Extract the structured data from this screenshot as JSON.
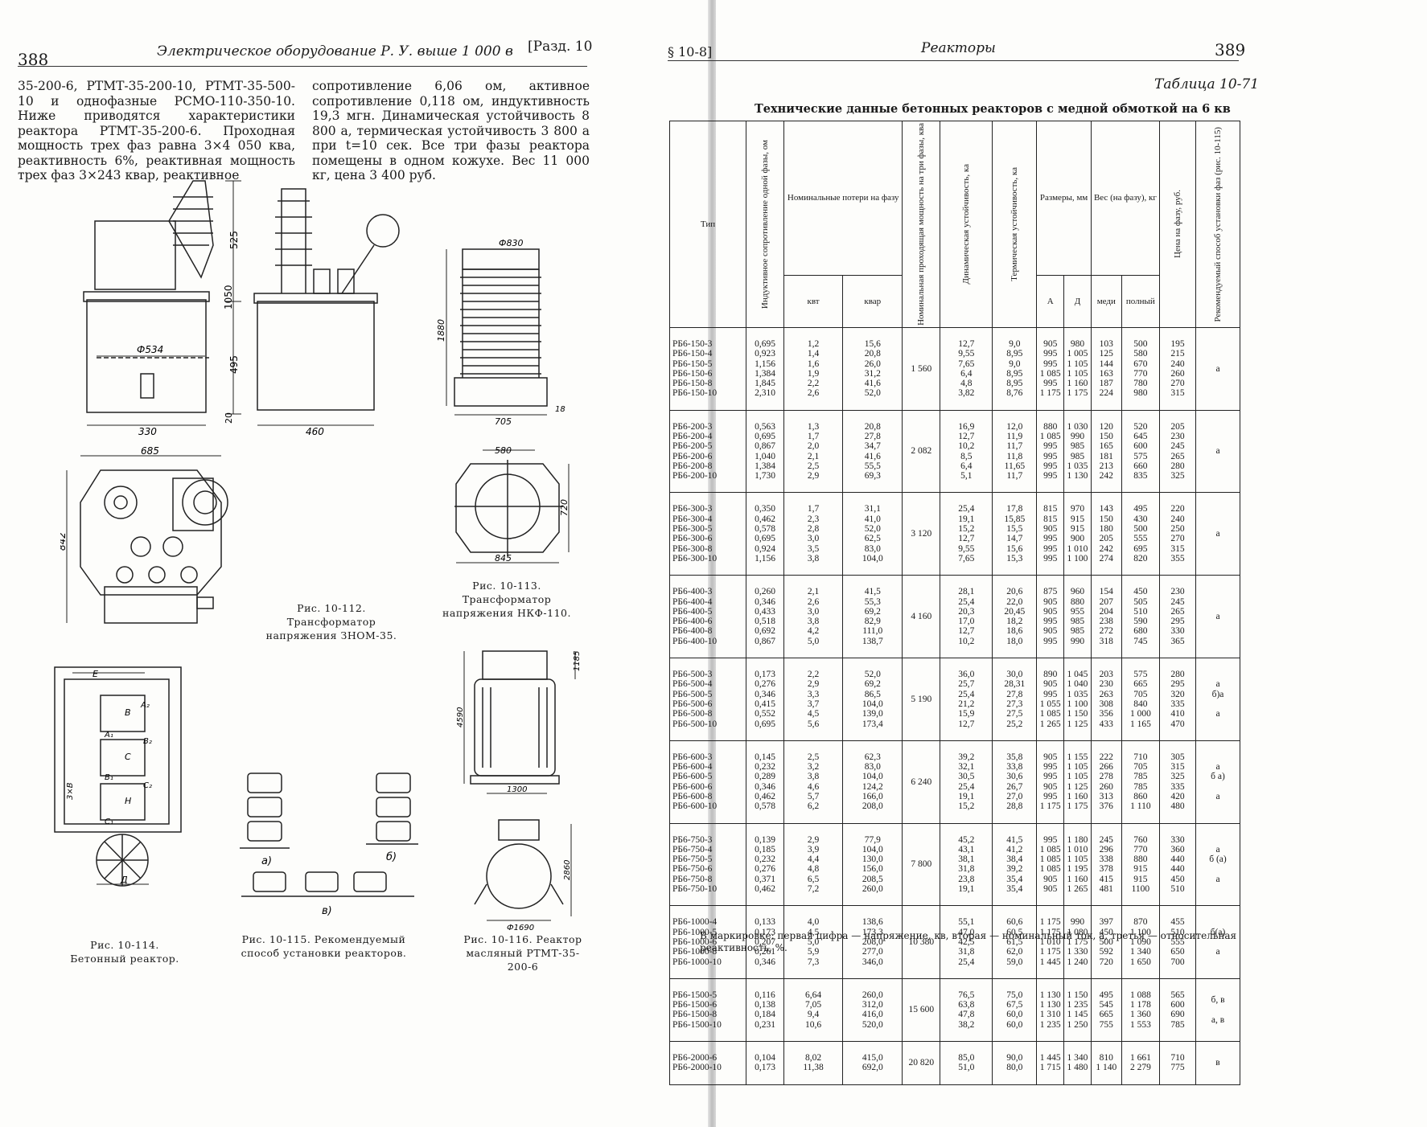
{
  "left_page": {
    "page_number": "388",
    "running_title": "Электрическое оборудование Р. У. выше 1 000 в",
    "section_ref": "[Разд. 10",
    "col1_text": "35-200-6, РТМТ-35-200-10, РТМТ-35-500-10 и однофазные РСМО-110-350-10. Ниже приводятся характеристики реактора РТМТ-35-200-6. Проходная мощность трех фаз равна 3×4 050 ква, реактивность 6%, реактивная мощность трех фаз 3×243 квар, реактивное",
    "col2_text": "сопротивление 6,06 ом, активное сопротивление 0,118 ом, индуктивность 19,3 мгн. Динамическая устойчивость 8 800 а, термическая устойчивость 3 800 а при t=10 сек. Все три фазы реактора помещены в одном кожухе. Вес 11 000 кг, цена 3 400 руб.",
    "dims_112": [
      "525",
      "1050",
      "495",
      "20",
      "Ф534",
      "330",
      "460",
      "685",
      "842"
    ],
    "dims_113": [
      "Ф830",
      "1880",
      "705",
      "18",
      "580",
      "720",
      "845"
    ],
    "dims_114": [
      "E",
      "B",
      "A₁",
      "A₂",
      "C",
      "B₂",
      "B₁",
      "H",
      "C₂",
      "C₁",
      "3×B",
      "Д"
    ],
    "labels_115": [
      "а)",
      "б)",
      "в)"
    ],
    "dims_116": [
      "1185",
      "4590",
      "1300",
      "2860",
      "Ф1690"
    ],
    "captions": {
      "fig112": "Рис. 10-112. Трансформатор напряжения ЗНОМ-35.",
      "fig113": "Рис. 10-113. Трансформатор напряжения НКФ-110.",
      "fig114": "Рис. 10-114. Бетонный реактор.",
      "fig115": "Рис. 10-115. Рекомендуемый способ установки реакторов.",
      "fig116": "Рис. 10-116. Реактор масляный РТМТ-35-200-6"
    }
  },
  "right_page": {
    "page_number": "389",
    "section_ref": "§ 10-8]",
    "running_title": "Реакторы",
    "table_label": "Таблица 10-71",
    "table_title": "Технические данные бетонных реакторов с медной обмоткой на 6 кв",
    "headers": {
      "type": "Тип",
      "inductive": "Индуктивное сопротивление одной фазы, ом",
      "losses": "Номинальные потери на фазу",
      "kvt": "квт",
      "kvar": "квар",
      "power": "Номинальная проходящая мощность на три фазы, ква",
      "dynamic": "Динамическая устойчивость, ка",
      "thermal": "Термическая устойчивость, ка",
      "sizes": "Размеры, мм",
      "size_a": "А",
      "size_d": "Д",
      "weight": "Вес (на фазу), кг",
      "copper": "меди",
      "full": "полный",
      "price": "Цена на фазу, руб.",
      "install": "Рекомендуемый способ установки фаз (рис. 10-115)"
    },
    "groups": [
      {
        "types": "РБ6-150-3\nРБ6-150-4\nРБ6-150-5\nРБ6-150-6\nРБ6-150-8\nРБ6-150-10",
        "ind": "0,695\n0,923\n1,156\n1,384\n1,845\n2,310",
        "kvt": "1,2\n1,4\n1,6\n1,9\n2,2\n2,6",
        "kvar": "15,6\n20,8\n26,0\n31,2\n41,6\n52,0",
        "power": "1 560",
        "dyn": "12,7\n9,55\n7,65\n6,4\n4,8\n3,82",
        "therm": "9,0\n8,95\n9,0\n8,95\n8,95\n8,76",
        "a": "905\n995\n995\n1 085\n995\n1 175",
        "d": "980\n1 005\n1 105\n1 105\n1 160\n1 175",
        "cu": "103\n125\n144\n163\n187\n224",
        "full": "500\n580\n670\n770\n780\n980",
        "price": "195\n215\n240\n260\n270\n315",
        "inst": "а"
      },
      {
        "types": "РБ6-200-3\nРБ6-200-4\nРБ6-200-5\nРБ6-200-6\nРБ6-200-8\nРБ6-200-10",
        "ind": "0,563\n0,695\n0,867\n1,040\n1,384\n1,730",
        "kvt": "1,3\n1,7\n2,0\n2,1\n2,5\n2,9",
        "kvar": "20,8\n27,8\n34,7\n41,6\n55,5\n69,3",
        "power": "2 082",
        "dyn": "16,9\n12,7\n10,2\n8,5\n6,4\n5,1",
        "therm": "12,0\n11,9\n11,7\n11,8\n11,65\n11,7",
        "a": "880\n1 085\n995\n995\n995\n995",
        "d": "1 030\n990\n985\n985\n1 035\n1 130",
        "cu": "120\n150\n165\n181\n213\n242",
        "full": "520\n645\n600\n575\n660\n835",
        "price": "205\n230\n245\n265\n280\n325",
        "inst": "а"
      },
      {
        "types": "РБ6-300-3\nРБ6-300-4\nРБ6-300-5\nРБ6-300-6\nРБ6-300-8\nРБ6-300-10",
        "ind": "0,350\n0,462\n0,578\n0,695\n0,924\n1,156",
        "kvt": "1,7\n2,3\n2,8\n3,0\n3,5\n3,8",
        "kvar": "31,1\n41,0\n52,0\n62,5\n83,0\n104,0",
        "power": "3 120",
        "dyn": "25,4\n19,1\n15,2\n12,7\n9,55\n7,65",
        "therm": "17,8\n15,85\n15,5\n14,7\n15,6\n15,3",
        "a": "815\n815\n905\n995\n995\n995",
        "d": "970\n915\n915\n900\n1 010\n1 100",
        "cu": "143\n150\n180\n205\n242\n274",
        "full": "495\n430\n500\n555\n695\n820",
        "price": "220\n240\n250\n270\n315\n355",
        "inst": "а"
      },
      {
        "types": "РБ6-400-3\nРБ6-400-4\nРБ6-400-5\nРБ6-400-6\nРБ6-400-8\nРБ6-400-10",
        "ind": "0,260\n0,346\n0,433\n0,518\n0,692\n0,867",
        "kvt": "2,1\n2,6\n3,0\n3,8\n4,2\n5,0",
        "kvar": "41,5\n55,3\n69,2\n82,9\n111,0\n138,7",
        "power": "4 160",
        "dyn": "28,1\n25,4\n20,3\n17,0\n12,7\n10,2",
        "therm": "20,6\n22,0\n20,45\n18,2\n18,6\n18,0",
        "a": "875\n905\n905\n995\n905\n995",
        "d": "960\n880\n955\n985\n985\n990",
        "cu": "154\n207\n204\n238\n272\n318",
        "full": "450\n505\n510\n590\n680\n745",
        "price": "230\n245\n265\n295\n330\n365",
        "inst": "а"
      },
      {
        "types": "РБ6-500-3\nРБ6-500-4\nРБ6-500-5\nРБ6-500-6\nРБ6-500-8\nРБ6-500-10",
        "ind": "0,173\n0,276\n0,346\n0,415\n0,552\n0,695",
        "kvt": "2,2\n2,9\n3,3\n3,7\n4,5\n5,6",
        "kvar": "52,0\n69,2\n86,5\n104,0\n139,0\n173,4",
        "power": "5 190",
        "dyn": "36,0\n25,7\n25,4\n21,2\n15,9\n12,7",
        "therm": "30,0\n28,31\n27,8\n27,3\n27,5\n25,2",
        "a": "890\n905\n995\n1 055\n1 085\n1 265",
        "d": "1 045\n1 040\n1 035\n1 100\n1 150\n1 125",
        "cu": "203\n230\n263\n308\n356\n433",
        "full": "575\n665\n705\n840\n1 000\n1 165",
        "price": "280\n295\n320\n335\n410\n470",
        "inst": "а\nб)а\n\nа"
      },
      {
        "types": "РБ6-600-3\nРБ6-600-4\nРБ6-600-5\nРБ6-600-6\nРБ6-600-8\nРБ6-600-10",
        "ind": "0,145\n0,232\n0,289\n0,346\n0,462\n0,578",
        "kvt": "2,5\n3,2\n3,8\n4,6\n5,7\n6,2",
        "kvar": "62,3\n83,0\n104,0\n124,2\n166,0\n208,0",
        "power": "6 240",
        "dyn": "39,2\n32,1\n30,5\n25,4\n19,1\n15,2",
        "therm": "35,8\n33,8\n30,6\n26,7\n27,0\n28,8",
        "a": "905\n995\n995\n905\n995\n1 175",
        "d": "1 155\n1 105\n1 105\n1 125\n1 160\n1 175",
        "cu": "222\n266\n278\n260\n313\n376",
        "full": "710\n705\n785\n785\n860\n1 110",
        "price": "305\n315\n325\n335\n420\n480",
        "inst": "а\nб а)\n\nа"
      },
      {
        "types": "РБ6-750-3\nРБ6-750-4\nРБ6-750-5\nРБ6-750-6\nРБ6-750-8\nРБ6-750-10",
        "ind": "0,139\n0,185\n0,232\n0,276\n0,371\n0,462",
        "kvt": "2,9\n3,9\n4,4\n4,8\n6,5\n7,2",
        "kvar": "77,9\n104,0\n130,0\n156,0\n208,5\n260,0",
        "power": "7 800",
        "dyn": "45,2\n43,1\n38,1\n31,8\n23,8\n19,1",
        "therm": "41,5\n41,2\n38,4\n39,2\n35,4\n35,4",
        "a": "995\n1 085\n1 085\n1 085\n905\n905",
        "d": "1 180\n1 010\n1 105\n1 195\n1 160\n1 265",
        "cu": "245\n296\n338\n378\n415\n481",
        "full": "760\n770\n880\n915\n915\n1100",
        "price": "330\n360\n440\n440\n450\n510",
        "inst": "а\nб (а)\n\nа"
      },
      {
        "types": "РБ6-1000-4\nРБ6-1000-5\nРБ6-1000-6\nРБ6-1000-8\nРБ6-1000-10",
        "ind": "0,133\n0,173\n0,207\n0,261\n0,346",
        "kvt": "4,0\n4,5\n5,0\n5,9\n7,3",
        "kvar": "138,6\n173,3\n208,0\n277,0\n346,0",
        "power": "10 380",
        "dyn": "55,1\n47,0\n42,5\n31,8\n25,4",
        "therm": "60,6\n60,5\n61,5\n62,0\n59,0",
        "a": "1 175\n1 175\n1 010\n1 175\n1 445",
        "d": "990\n1 080\n1 175\n1 330\n1 240",
        "cu": "397\n450\n500\n592\n720",
        "full": "870\n1 100\n1 090\n1 340\n1 650",
        "price": "455\n510\n555\n650\n700",
        "inst": "б(а)\n\nа"
      },
      {
        "types": "РБ6-1500-5\nРБ6-1500-6\nРБ6-1500-8\nРБ6-1500-10",
        "ind": "0,116\n0,138\n0,184\n0,231",
        "kvt": "6,64\n7,05\n9,4\n10,6",
        "kvar": "260,0\n312,0\n416,0\n520,0",
        "power": "15 600",
        "dyn": "76,5\n63,8\n47,8\n38,2",
        "therm": "75,0\n67,5\n60,0\n60,0",
        "a": "1 130\n1 130\n1 310\n1 235",
        "d": "1 150\n1 235\n1 145\n1 250",
        "cu": "495\n545\n665\n755",
        "full": "1 088\n1 178\n1 360\n1 553",
        "price": "565\n600\n690\n785",
        "inst": "б, в\n\nа, в"
      },
      {
        "types": "РБ6-2000-6\nРБ6-2000-10",
        "ind": "0,104\n0,173",
        "kvt": "8,02\n11,38",
        "kvar": "415,0\n692,0",
        "power": "20 820",
        "dyn": "85,0\n51,0",
        "therm": "90,0\n80,0",
        "a": "1 445\n1 715",
        "d": "1 340\n1 480",
        "cu": "810\n1 140",
        "full": "1 661\n2 279",
        "price": "710\n775",
        "inst": "в"
      }
    ],
    "footnote": "В маркировке: первая цифра — напряжение, кв, вторая — номинальный ток, а, третья — относительная реактивность, %."
  }
}
